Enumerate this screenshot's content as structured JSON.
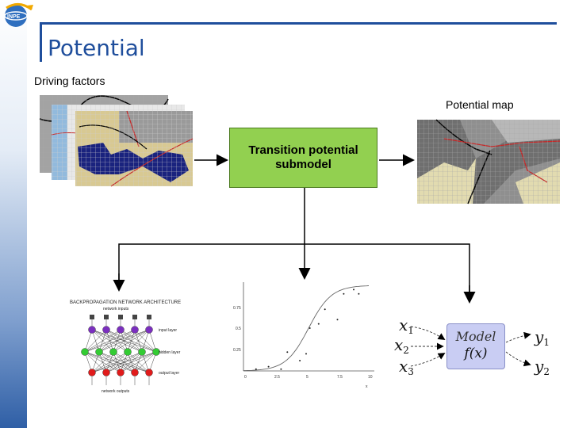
{
  "title": "Potential",
  "labels": {
    "driving_factors": "Driving factors",
    "potential_map": "Potential map",
    "transition_submodel": "Transition potential\nsubmodel"
  },
  "neural_net": {
    "title": "BACKPROPAGATION NETWORK ARCHITECTURE",
    "top_label": "network inputs",
    "input_layer": "input layer",
    "hidden_layer": "hidden layer",
    "output_layer": "output layer",
    "bottom_label": "network outputs"
  },
  "logistic_plot": {
    "y_ticks": [
      "0.75",
      "0.5",
      "0.25"
    ],
    "x_ticks": [
      "0",
      "2.5",
      "5",
      "7.5",
      "10"
    ],
    "x_label": "x"
  },
  "model_block": {
    "name": "Model",
    "func": "f(x)",
    "inputs": [
      {
        "v": "x",
        "s": "1"
      },
      {
        "v": "x",
        "s": "2"
      },
      {
        "v": "x",
        "s": "3"
      }
    ],
    "outputs": [
      {
        "v": "y",
        "s": "1"
      },
      {
        "v": "y",
        "s": "2"
      }
    ]
  },
  "colors": {
    "accent": "#1f4e9c",
    "submodel": "#92d050",
    "model_box": "#c9cdf3",
    "map_blue": "#1a237e",
    "road_red": "#c62828"
  }
}
